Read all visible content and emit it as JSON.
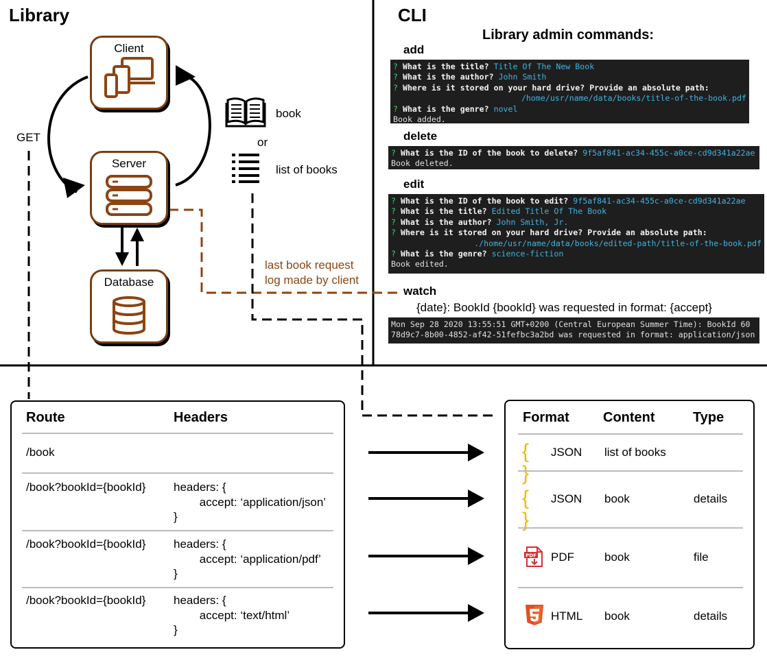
{
  "library": {
    "title": "Library",
    "nodes": {
      "client": "Client",
      "server": "Server",
      "database": "Database"
    },
    "get_label": "GET",
    "legend": {
      "book": "book",
      "or": "or",
      "list": "list of books"
    },
    "log_label": "last book request\nlog made by client"
  },
  "cli": {
    "title": "CLI",
    "subtitle": "Library admin commands:",
    "add": {
      "label": "add",
      "lines": [
        {
          "q": "?",
          "p": "What is the title?",
          "a": "Title Of The New Book"
        },
        {
          "q": "?",
          "p": "What is the author?",
          "a": "John Smith"
        },
        {
          "q": "?",
          "p": "Where is it stored on your hard drive? Provide an absolute path:",
          "a": ""
        },
        {
          "path": "/home/usr/name/data/books/title-of-the-book.pdf"
        },
        {
          "q": "?",
          "p": "What is the genre?",
          "a": "novel"
        },
        {
          "out": "Book added."
        }
      ]
    },
    "delete": {
      "label": "delete",
      "lines": [
        {
          "q": "?",
          "p": "What is the ID of the book to delete?",
          "a": "9f5af841-ac34-455c-a0ce-cd9d341a22ae"
        },
        {
          "out": "Book deleted."
        }
      ]
    },
    "edit": {
      "label": "edit",
      "lines": [
        {
          "q": "?",
          "p": "What is the ID of the book to edit?",
          "a": "9f5af841-ac34-455c-a0ce-cd9d341a22ae"
        },
        {
          "q": "?",
          "p": "What is the title?",
          "a": "Edited Title Of The Book"
        },
        {
          "q": "?",
          "p": "What is the author?",
          "a": "John Smith, Jr."
        },
        {
          "q": "?",
          "p": "Where is it stored on your hard drive? Provide an absolute path:",
          "a": ""
        },
        {
          "path": "./home/usr/name/data/books/edited-path/title-of-the-book.pdf"
        },
        {
          "q": "?",
          "p": "What is the genre?",
          "a": "science-fiction"
        },
        {
          "out": "Book edited."
        }
      ]
    },
    "watch": {
      "label": "watch",
      "format": "{date}: BookId {bookId} was requested in format: {accept}",
      "lines": [
        "Mon Sep 28 2020 13:55:51 GMT+0200 (Central European Summer Time): BookId 60",
        "78d9c7-8b00-4852-af42-51fefbc3a2bd was requested in format: application/json"
      ]
    }
  },
  "routes": {
    "headers": [
      "Route",
      "Headers"
    ],
    "rows": [
      {
        "route": "/book",
        "headers": ""
      },
      {
        "route": "/book?bookId={bookId}",
        "headers": "headers: {\n        accept: ‘application/json’\n}"
      },
      {
        "route": "/book?bookId={bookId}",
        "headers": "headers: {\n        accept: ‘application/pdf’\n}"
      },
      {
        "route": "/book?bookId={bookId}",
        "headers": "headers: {\n        accept: ‘text/html’\n}"
      }
    ]
  },
  "formats": {
    "headers": [
      "Format",
      "Content",
      "Type"
    ],
    "rows": [
      {
        "icon": "json-braces-icon",
        "format": "JSON",
        "content": "list of books",
        "type": ""
      },
      {
        "icon": "json-braces-icon",
        "format": "JSON",
        "content": "book",
        "type": "details"
      },
      {
        "icon": "pdf-file-icon",
        "format": "PDF",
        "content": "book",
        "type": "file"
      },
      {
        "icon": "html5-icon",
        "format": "HTML",
        "content": "book",
        "type": "details"
      }
    ]
  },
  "colors": {
    "brown": "#8b4513",
    "terminal_bg": "#1e1e1e",
    "terminal_prompt": "#3bd46a",
    "terminal_answer": "#3fb4e0",
    "json_yellow": "#f5b800",
    "pdf_red": "#d32f2f",
    "html_orange": "#e44d26"
  }
}
